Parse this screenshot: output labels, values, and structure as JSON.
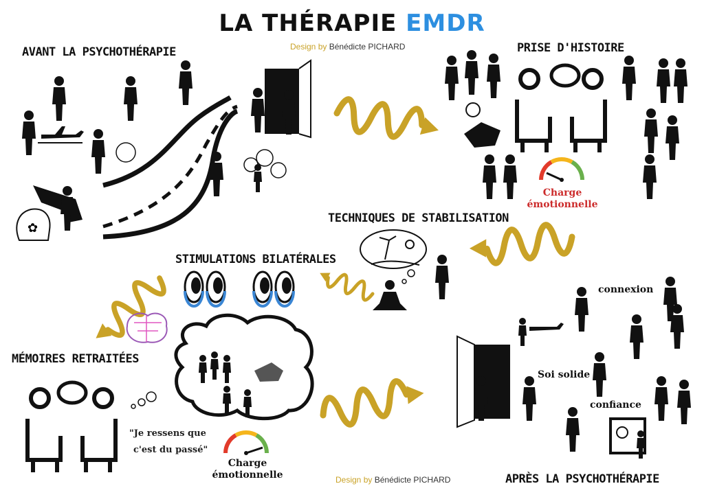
{
  "title": {
    "main": "LA THÉRAPIE ",
    "accent": "EMDR"
  },
  "credit": {
    "by": "Design by",
    "name": "Bénédicte PICHARD"
  },
  "sections": {
    "before": "AVANT LA PSYCHOTHÉRAPIE",
    "history": "PRISE D'HISTOIRE",
    "stabilization": "TECHNIQUES DE STABILISATION",
    "bilateral": "STIMULATIONS BILATÉRALES",
    "reprocessed": "MÉMOIRES RETRAITÉES",
    "after": "APRÈS LA PSYCHOTHÉRAPIE"
  },
  "charge": {
    "line1": "Charge",
    "line2": "émotionnelle"
  },
  "quote": {
    "line1": "\"Je ressens que",
    "line2": "c'est du passé\""
  },
  "after_labels": {
    "connexion": "connexion",
    "soi": "Soi solide",
    "confiance": "confiance"
  },
  "colors": {
    "arrow": "#c9a227",
    "accent": "#2d8fe0",
    "charge_red": "#cc2b2b",
    "eye_blue": "#3a86d4"
  },
  "icons": [
    "person-icon",
    "door-icon",
    "road-icon",
    "therapy-chairs-icon",
    "speech-bubble-icon",
    "gauge-icon",
    "eyes-icon",
    "meditation-icon",
    "beach-thought-icon",
    "brain-icon",
    "cloud-memory-icon",
    "airplane-icon",
    "car-crash-icon",
    "family-icon",
    "mirror-icon"
  ]
}
